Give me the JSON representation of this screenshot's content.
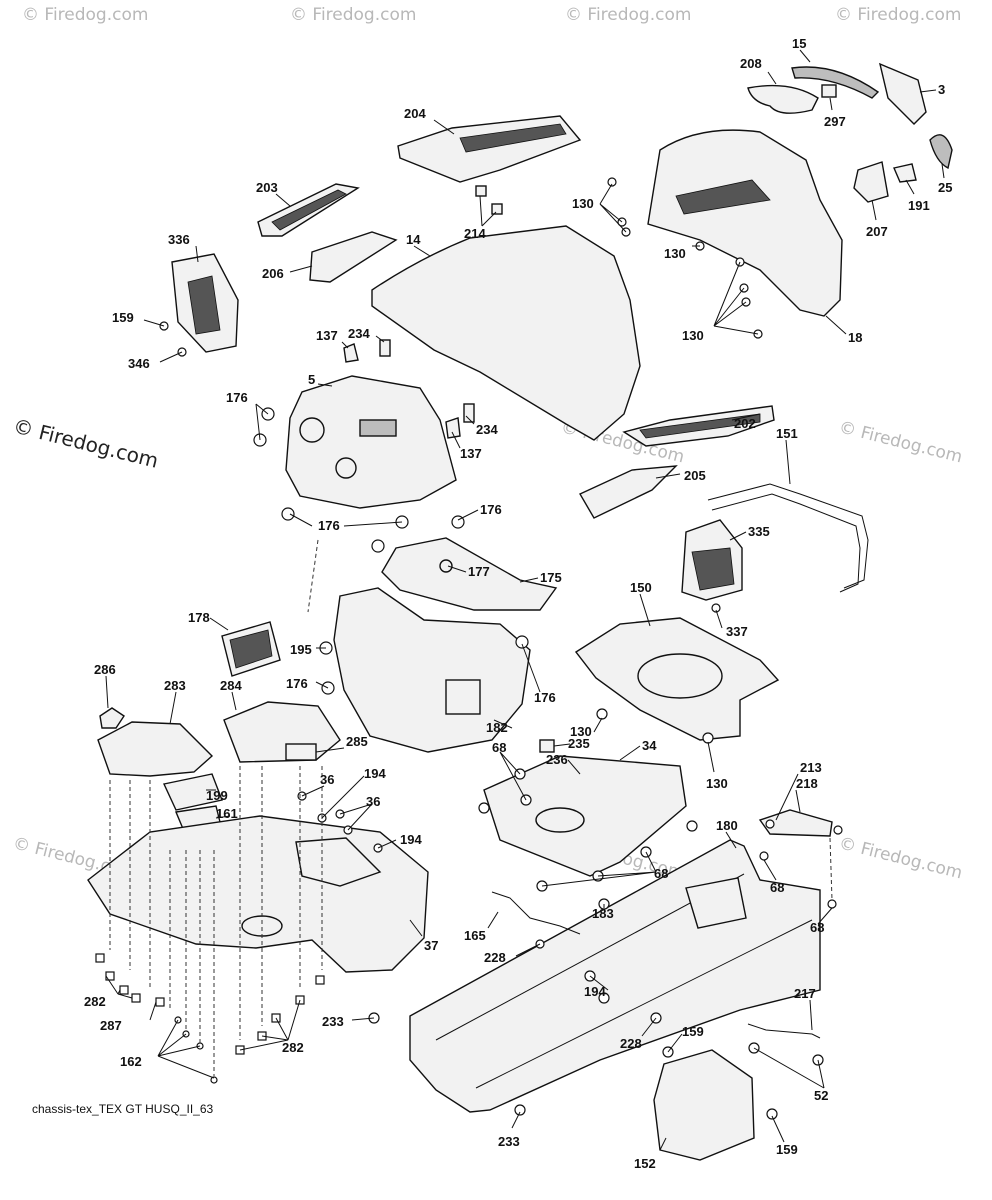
{
  "watermark_text": "© Firedog.com",
  "caption": "chassis-tex_TEX GT HUSQ_II_63",
  "labels": [
    "15",
    "208",
    "3",
    "297",
    "25",
    "204",
    "191",
    "207",
    "203",
    "214",
    "130",
    "336",
    "14",
    "206",
    "18",
    "159",
    "137",
    "234",
    "346",
    "5",
    "176",
    "202",
    "205",
    "151",
    "177",
    "175",
    "335",
    "178",
    "150",
    "195",
    "286",
    "283",
    "284",
    "285",
    "182",
    "337",
    "36",
    "194",
    "235",
    "34",
    "68",
    "236",
    "199",
    "161",
    "213",
    "218",
    "180",
    "183",
    "37",
    "165",
    "228",
    "217",
    "282",
    "287",
    "233",
    "162",
    "52",
    "152"
  ]
}
